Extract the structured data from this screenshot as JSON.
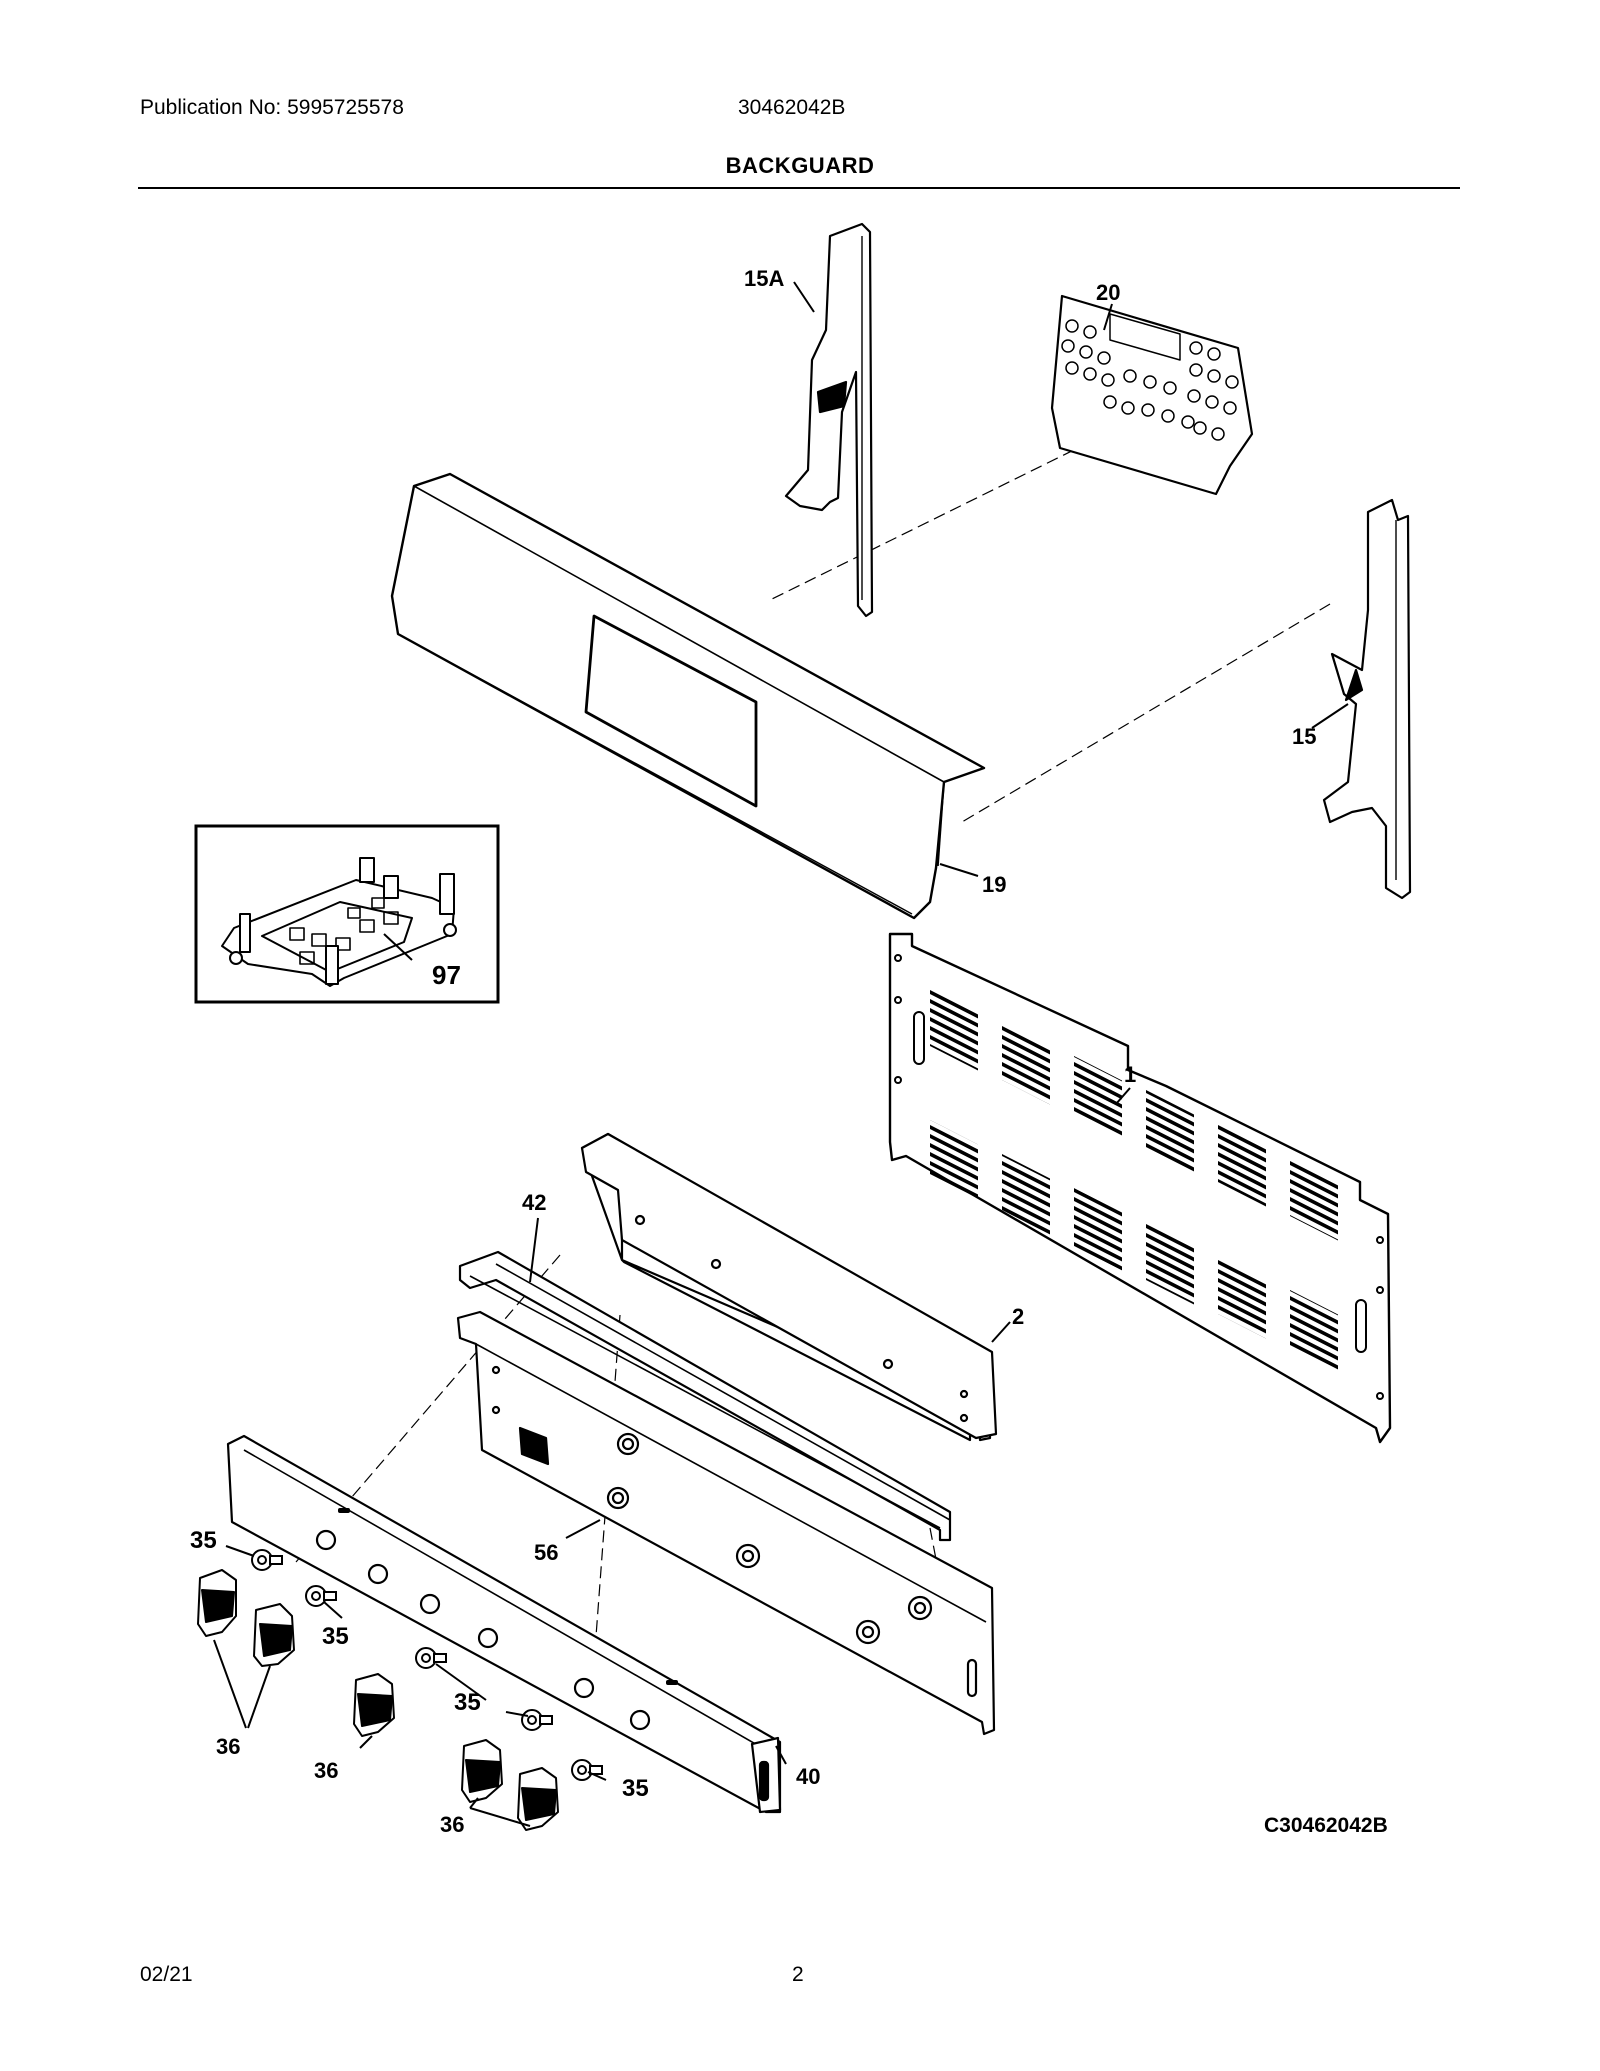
{
  "header": {
    "publication": "Publication No: 5995725578",
    "model": "30462042B"
  },
  "title": "BACKGUARD",
  "callouts": {
    "c15a": "15A",
    "c20": "20",
    "c15": "15",
    "c19": "19",
    "c97": "97",
    "c1": "1",
    "c42": "42",
    "c2": "2",
    "c56": "56",
    "c35a": "35",
    "c35b": "35",
    "c35c": "35",
    "c35d": "35",
    "c36a": "36",
    "c36b": "36",
    "c36c": "36",
    "c40": "40"
  },
  "diagram_code": "C30462042B",
  "footer": {
    "date": "02/21",
    "page": "2"
  }
}
